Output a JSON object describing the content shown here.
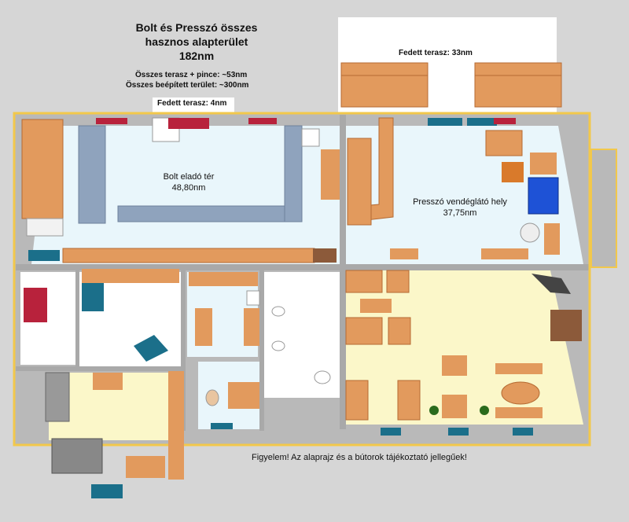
{
  "title": {
    "line1": "Bolt és Presszó összes",
    "line2": "hasznos alapterület",
    "line3": "182nm"
  },
  "summary": {
    "terrace_cellar": "Összes terasz + pince: ~53nm",
    "built_area": "Összes beépített terület: ~300nm"
  },
  "terraces": {
    "covered_small": "Fedett terasz: 4nm",
    "covered_large": "Fedett terasz: 33nm"
  },
  "rooms": {
    "shop": {
      "name": "Bolt eladó tér",
      "area": "48,80nm"
    },
    "cafe": {
      "name": "Presszó vendéglátó hely",
      "area": "37,75nm"
    }
  },
  "note": "Figyelem! Az alaprajz és a bútorok tájékoztató jellegűek!",
  "colors": {
    "wall": "#b9b9b9",
    "floor_blue": "#e9f6fb",
    "floor_yellow": "#fbf7c9",
    "wood": "#e29a5d",
    "counter": "#8fa3bd",
    "accent_yellow": "#f2c84b"
  }
}
